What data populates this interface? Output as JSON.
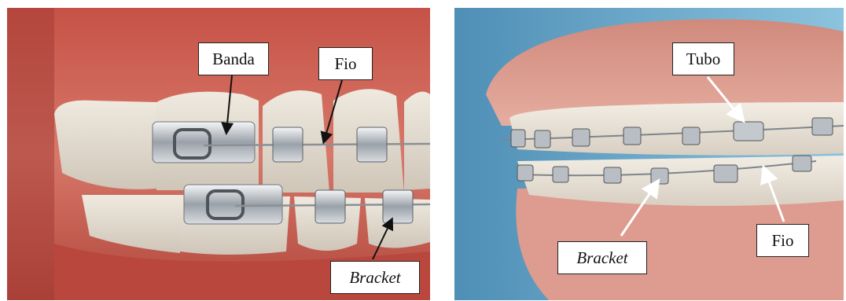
{
  "figure": {
    "left_panel": {
      "labels": {
        "banda": "Banda",
        "fio": "Fio",
        "bracket": "Bracket"
      }
    },
    "right_panel": {
      "labels": {
        "tubo": "Tubo",
        "fio": "Fio",
        "bracket": "Bracket"
      }
    }
  },
  "colors": {
    "gum": "#c8574a",
    "gum_dark": "#8e2f2a",
    "tooth": "#e4ddd2",
    "metal": "#b9bfc6",
    "background_right": "#5f9fc4"
  }
}
